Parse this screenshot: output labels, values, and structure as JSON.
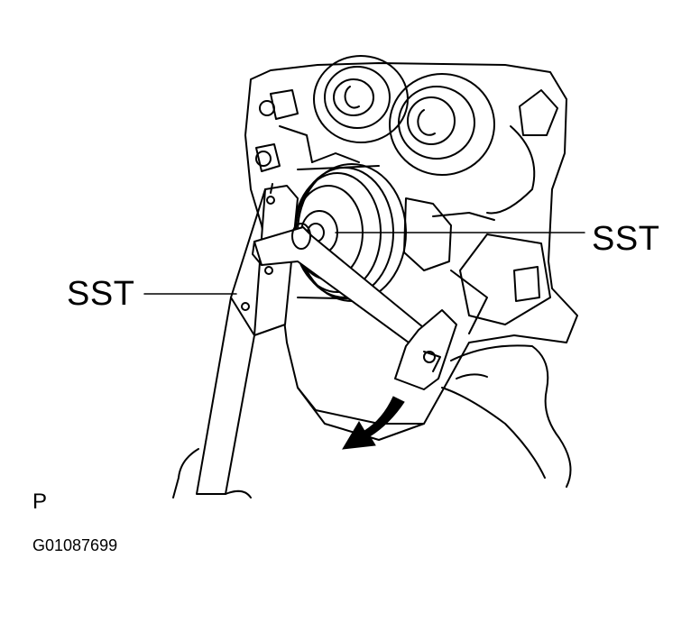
{
  "figure": {
    "callouts": {
      "tool_right": "SST",
      "tool_left": "SST"
    },
    "view_code": "P",
    "figure_id": "G01087699"
  }
}
